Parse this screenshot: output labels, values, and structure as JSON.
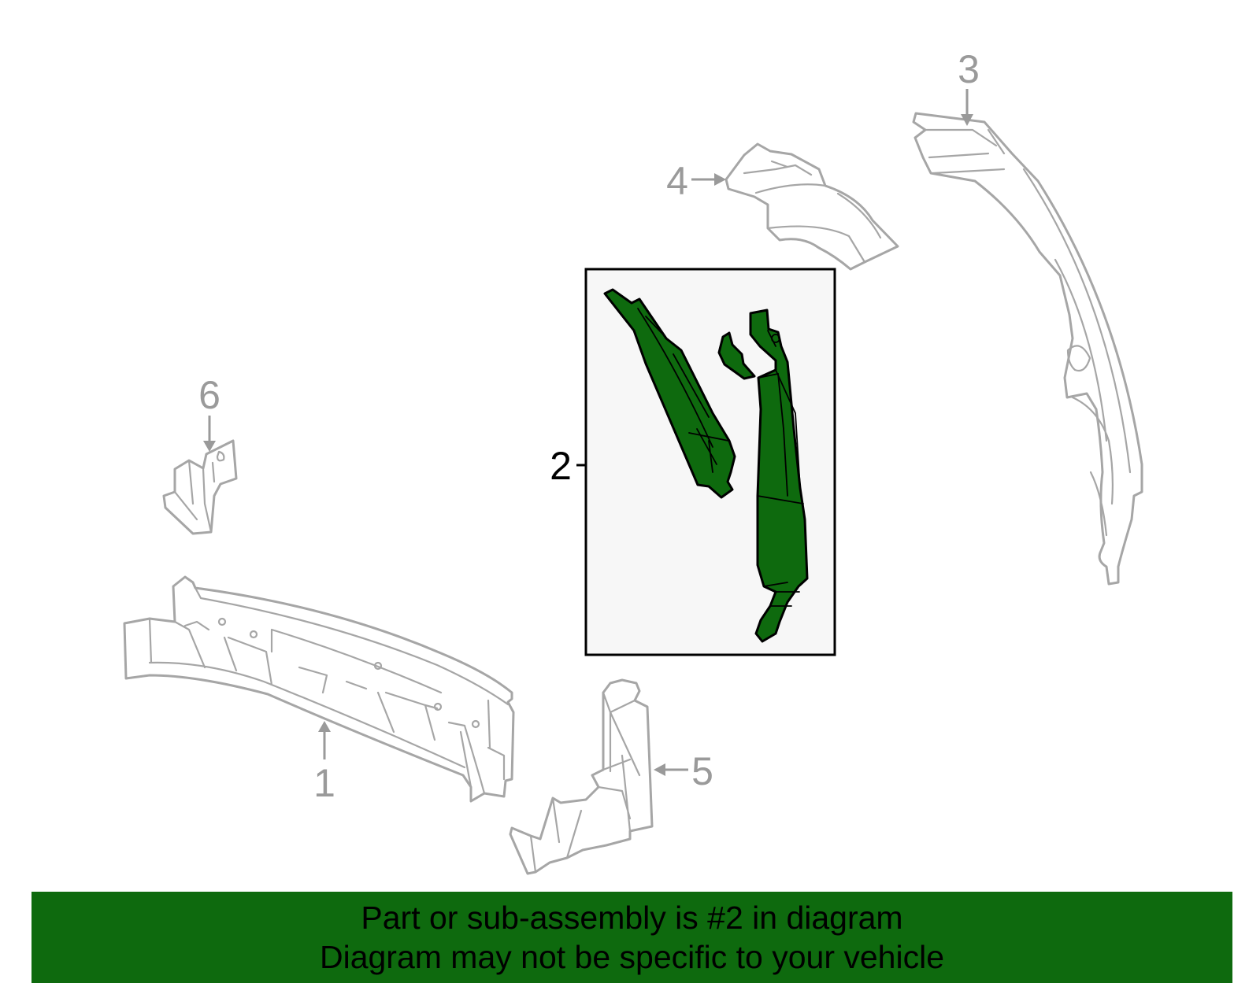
{
  "callouts": [
    {
      "id": "1",
      "label": "1"
    },
    {
      "id": "2",
      "label": "2"
    },
    {
      "id": "3",
      "label": "3"
    },
    {
      "id": "4",
      "label": "4"
    },
    {
      "id": "5",
      "label": "5"
    },
    {
      "id": "6",
      "label": "6"
    }
  ],
  "highlighted_part": "2",
  "colors": {
    "highlight": "#0e6a0e",
    "line_art": "#a6a6a6",
    "inset_background": "#f7f7f7",
    "banner_background": "#0e6a0e"
  },
  "banner": {
    "line1": "Part or sub-assembly is #2 in diagram",
    "line2": "Diagram may not be specific to your vehicle"
  }
}
